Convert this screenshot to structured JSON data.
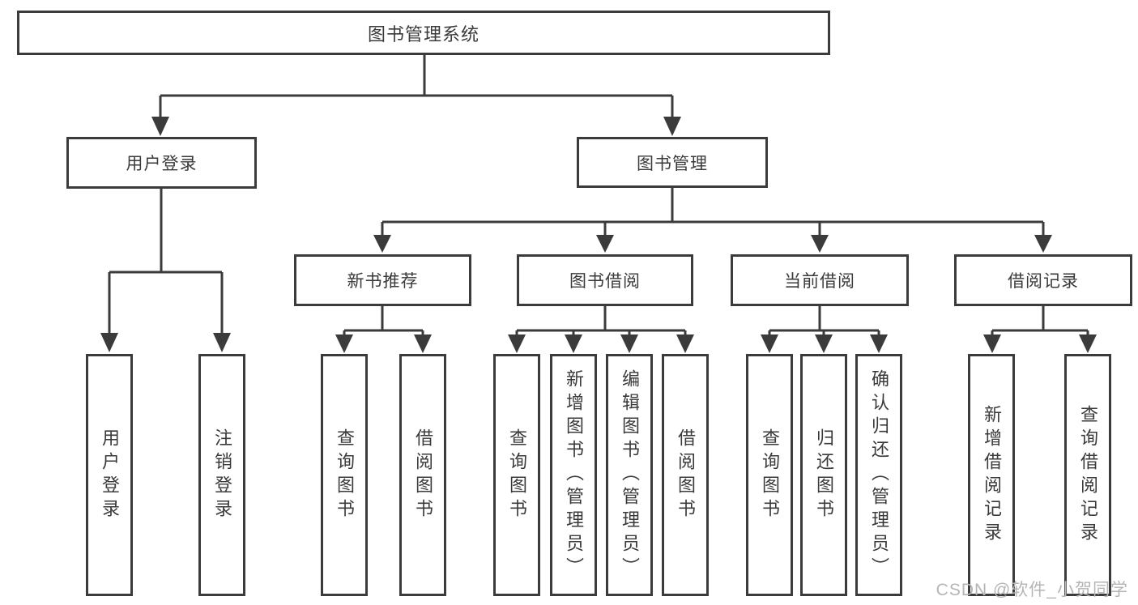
{
  "tree": {
    "root": {
      "label": "图书管理系统"
    },
    "branches": [
      {
        "label": "用户登录",
        "children": [
          {
            "label": "用户登录"
          },
          {
            "label": "注销登录"
          }
        ]
      },
      {
        "label": "图书管理",
        "children": [
          {
            "label": "新书推荐",
            "children": [
              {
                "label": "查询图书"
              },
              {
                "label": "借阅图书"
              }
            ]
          },
          {
            "label": "图书借阅",
            "children": [
              {
                "label": "查询图书"
              },
              {
                "label": "新增图书（管理员）"
              },
              {
                "label": "编辑图书（管理员）"
              },
              {
                "label": "借阅图书"
              }
            ]
          },
          {
            "label": "当前借阅",
            "children": [
              {
                "label": "查询图书"
              },
              {
                "label": "归还图书"
              },
              {
                "label": "确认归还（管理员）"
              }
            ]
          },
          {
            "label": "借阅记录",
            "children": [
              {
                "label": "新增借阅记录"
              },
              {
                "label": "查询借阅记录"
              }
            ]
          }
        ]
      }
    ]
  },
  "watermark": {
    "text": "CSDN @软件_小贺同学"
  },
  "colors": {
    "line": "#3b3b3b",
    "text": "#3a3a3a",
    "box_background": "#ffffff",
    "page_background": "#ffffff",
    "watermark": "#b5b5b5"
  }
}
